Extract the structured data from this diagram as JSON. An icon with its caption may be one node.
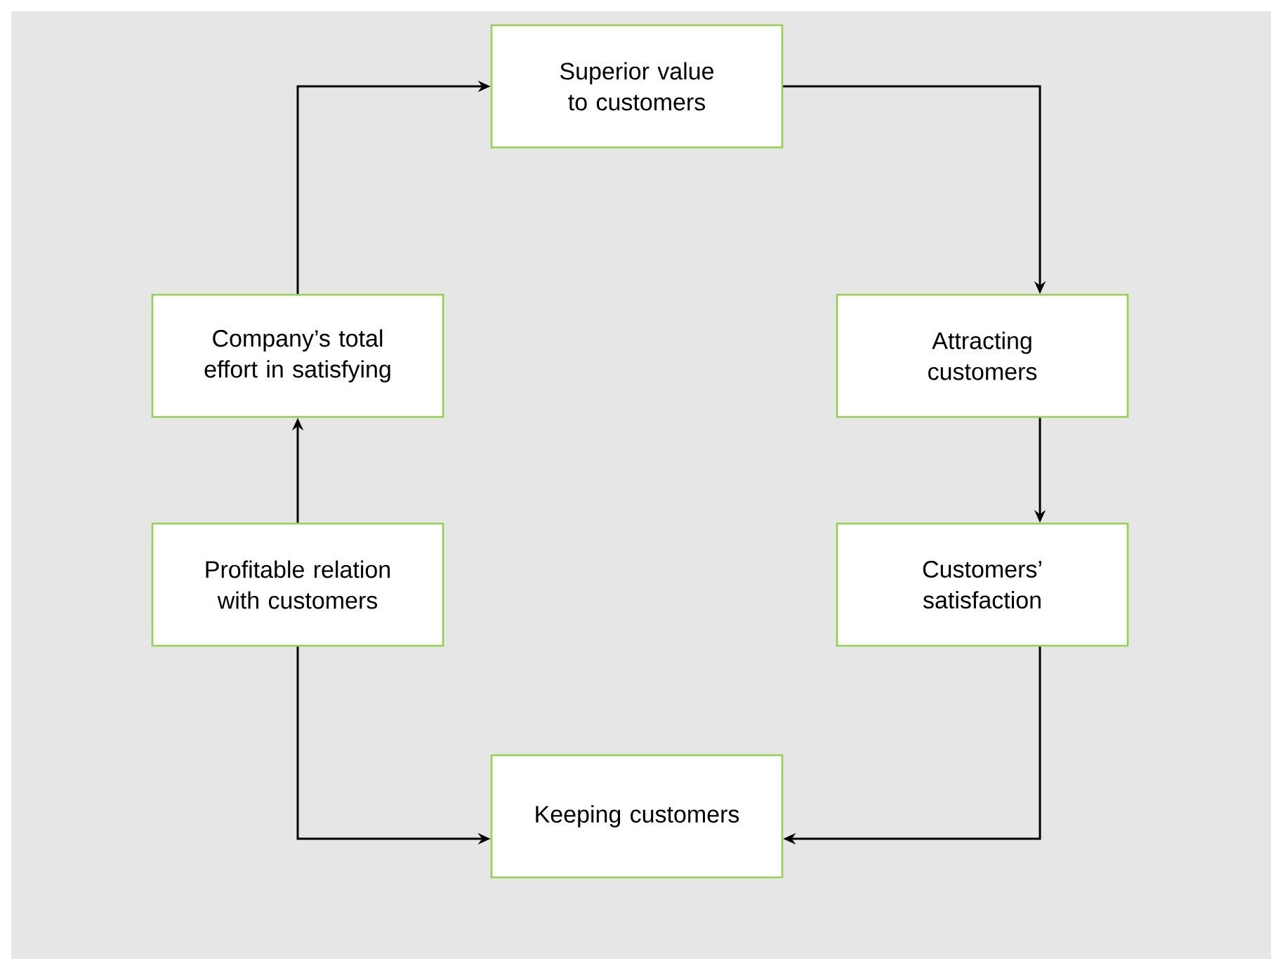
{
  "diagram": {
    "nodes": [
      {
        "text": [
          "Superior value to customers"
        ]
      },
      {
        "text": [
          "Attracting customers"
        ]
      },
      {
        "text": [
          "Customers’ satisfaction"
        ]
      },
      {
        "text": [
          "Keeping customers"
        ]
      },
      {
        "text": [
          "Profitable relation with customers"
        ]
      },
      {
        "text": [
          "Company’s total effort in satisfying"
        ]
      }
    ],
    "edges": [
      {
        "from": 5,
        "to": 0,
        "arrow": "to"
      },
      {
        "from": 0,
        "to": 1,
        "arrow": "to"
      },
      {
        "from": 1,
        "to": 2,
        "arrow": "to"
      },
      {
        "from": 2,
        "to": 3,
        "arrow": "to"
      },
      {
        "from": 4,
        "to": 3,
        "arrow": "to"
      },
      {
        "from": 4,
        "to": 5,
        "arrow": "to"
      }
    ]
  }
}
